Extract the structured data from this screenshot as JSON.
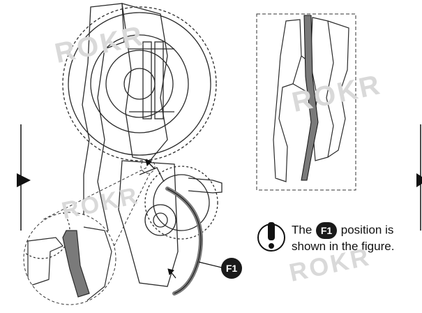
{
  "note": {
    "prefix": "The",
    "part_label": "F1",
    "suffix_line1": "position is",
    "line2": "shown in the figure."
  },
  "callout": {
    "label": "F1"
  },
  "watermark": {
    "text": "ROKR"
  },
  "icons": {
    "caution": "exclamation-icon",
    "step_left": "triangle-pointer-right-icon",
    "step_right": "triangle-pointer-right-icon"
  },
  "colors": {
    "part_highlight": "#7a7a7a",
    "line": "#1a1a1a",
    "watermark": "#d9d9d9"
  }
}
